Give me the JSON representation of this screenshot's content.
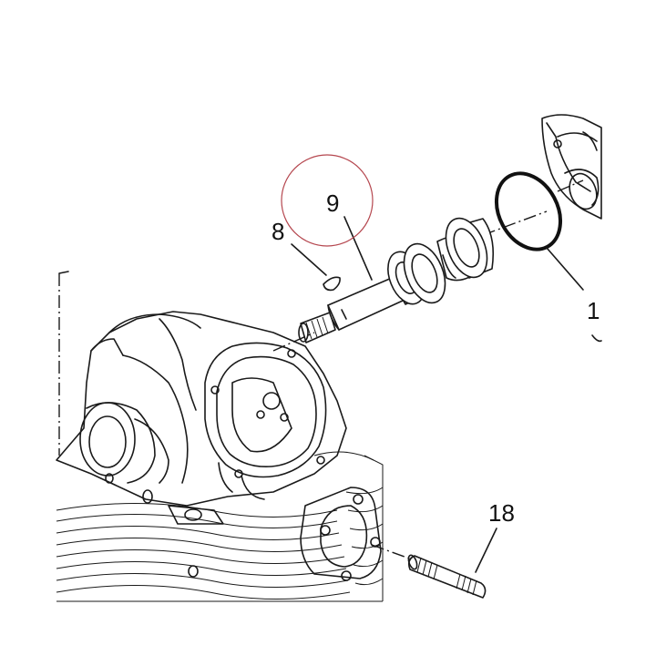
{
  "callouts": {
    "part_9": "9",
    "part_8": "8",
    "part_1": "1",
    "part_18": "18"
  },
  "colors": {
    "line": "#1a1a1a",
    "highlight_circle": "#b5474f",
    "background": "#ffffff"
  }
}
